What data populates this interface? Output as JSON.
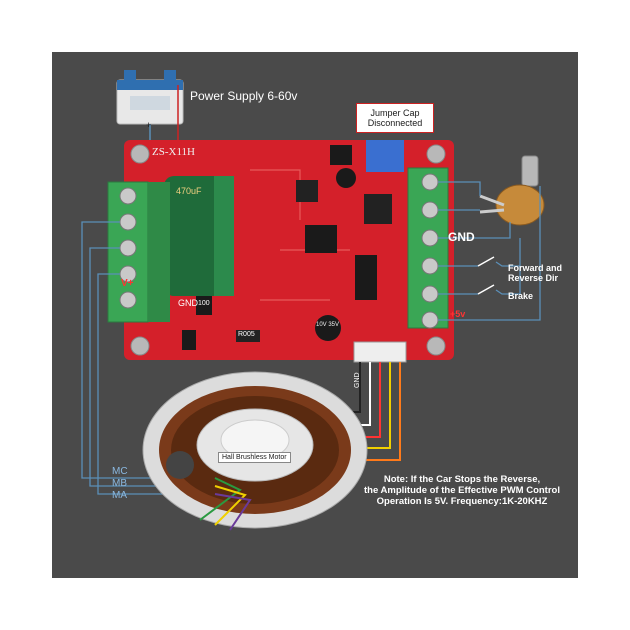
{
  "labels": {
    "power_supply": "Power Supply 6-60v",
    "jumper_cap_line1": "Jumper Cap",
    "jumper_cap_line2": "Disconnected",
    "board_model": "ZS-X11H",
    "gnd_right": "GND",
    "forward_reverse_line1": "Forward and",
    "forward_reverse_line2": "Reverse Dir",
    "brake": "Brake",
    "plus5v": "+5v",
    "motor": "Hall Brushless Motor",
    "mc": "MC",
    "mb": "MB",
    "ma": "MA",
    "v_plus": "V+",
    "gnd_board": "GND",
    "gnd_small": "GND",
    "note_line1": "Note: If the Car Stops the Reverse,",
    "note_line2": "the Amplitude of the Effective PWM Control",
    "note_line3": "Operation Is 5V. Frequency:1K-20KHZ"
  },
  "components": {
    "capacitor_text": "470uF",
    "cap_small": "10V 35V",
    "resistor_code": "100",
    "diode_code": "R005",
    "battery_mark": "+"
  },
  "colors": {
    "panel": "#4a4a4a",
    "pcb": "#d4202a",
    "terminal": "#3aa655",
    "wire": "#5a8fb8",
    "capacitor": "#1f6b3a"
  }
}
